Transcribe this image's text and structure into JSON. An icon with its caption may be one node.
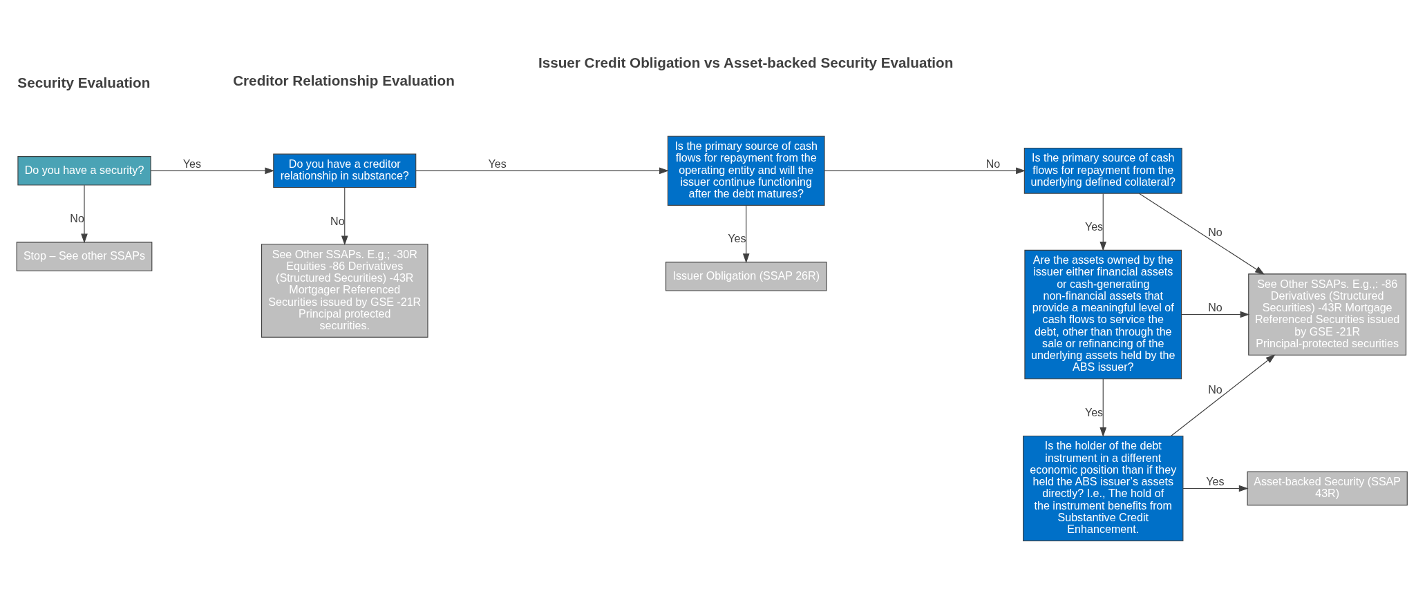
{
  "diagram": {
    "nodes": [
      {
        "text": [
          "Do you have a security?"
        ]
      },
      {
        "text": [
          "Stop – See other SSAPs"
        ]
      },
      {
        "text": [
          "Do you have a creditor relationship in substance?"
        ]
      },
      {
        "text": [
          "See Other SSAPs. E.g.; -30R Equities -86 Derivatives (Structured Securities) -43R Mortgager Referenced Securities issued by GSE -21R Principal protected securities."
        ]
      },
      {
        "text": [
          "Is the primary source of cash flows for repayment from the operating entity and will the issuer continue functioning after the debt matures?"
        ]
      },
      {
        "text": [
          "Issuer Obligation (SSAP 26R)"
        ]
      },
      {
        "text": [
          "Is the primary source of cash flows for repayment from the underlying defined collateral?"
        ]
      },
      {
        "text": [
          "Are the assets owned by the issuer either financial assets or cash-generating non-financial assets that provide a meaningful level of cash flows to service the debt, other than through the sale or refinancing of the underlying assets held by the ABS issuer?"
        ]
      },
      {
        "text": [
          "See Other SSAPs. E.g.,: -86 Derivatives (Structured Securities) -43R Mortgage Referenced Securities issued by GSE -21R Principal-protected securities"
        ]
      },
      {
        "text": [
          "Is the holder of the debt instrument in a different economic position than if they held the ABS issuer’s assets directly? I.e., The hold of the instrument benefits from Substantive Credit Enhancement."
        ]
      },
      {
        "text": [
          "Asset-backed Security (SSAP 43R)"
        ]
      }
    ],
    "edges": [
      {
        "from": 0,
        "to": 2,
        "arrow": "to",
        "label": "Yes"
      },
      {
        "from": 0,
        "to": 1,
        "arrow": "to",
        "label": "No"
      },
      {
        "from": 2,
        "to": 4,
        "arrow": "to",
        "label": "Yes"
      },
      {
        "from": 2,
        "to": 3,
        "arrow": "to",
        "label": "No"
      },
      {
        "from": 4,
        "to": 6,
        "arrow": "to",
        "label": "No"
      },
      {
        "from": 4,
        "to": 5,
        "arrow": "to",
        "label": "Yes"
      },
      {
        "from": 6,
        "to": 8,
        "arrow": "to",
        "label": "No"
      },
      {
        "from": 6,
        "to": 7,
        "arrow": "to",
        "label": "Yes"
      },
      {
        "from": 7,
        "to": 8,
        "arrow": "to",
        "label": "No"
      },
      {
        "from": 7,
        "to": 9,
        "arrow": "to",
        "label": "Yes"
      },
      {
        "from": 9,
        "to": 10,
        "arrow": "to",
        "label": "Yes"
      },
      {
        "from": 9,
        "to": 8,
        "arrow": "to",
        "label": "No"
      }
    ],
    "labels": [
      "Security Evaluation",
      "Creditor Relationship Evaluation",
      "Issuer Credit Obligation vs Asset-backed Security Evaluation"
    ]
  }
}
